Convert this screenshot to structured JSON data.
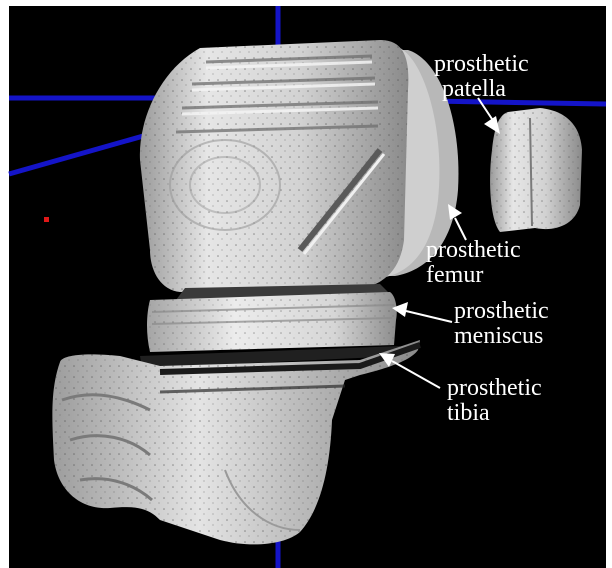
{
  "colors": {
    "background": "#000000",
    "frame": "#ffffff",
    "axis": "#1414c8",
    "marker": "#e01818",
    "bone": "#dedede",
    "bone_shadow": "#8e8e8e",
    "label": "#ffffff"
  },
  "labels": {
    "patella": {
      "line1": "prosthetic",
      "line2": "patella"
    },
    "femur": {
      "line1": "prosthetic",
      "line2": "femur"
    },
    "meniscus": {
      "line1": "prosthetic",
      "line2": "meniscus"
    },
    "tibia": {
      "line1": "prosthetic",
      "line2": "tibia"
    }
  }
}
